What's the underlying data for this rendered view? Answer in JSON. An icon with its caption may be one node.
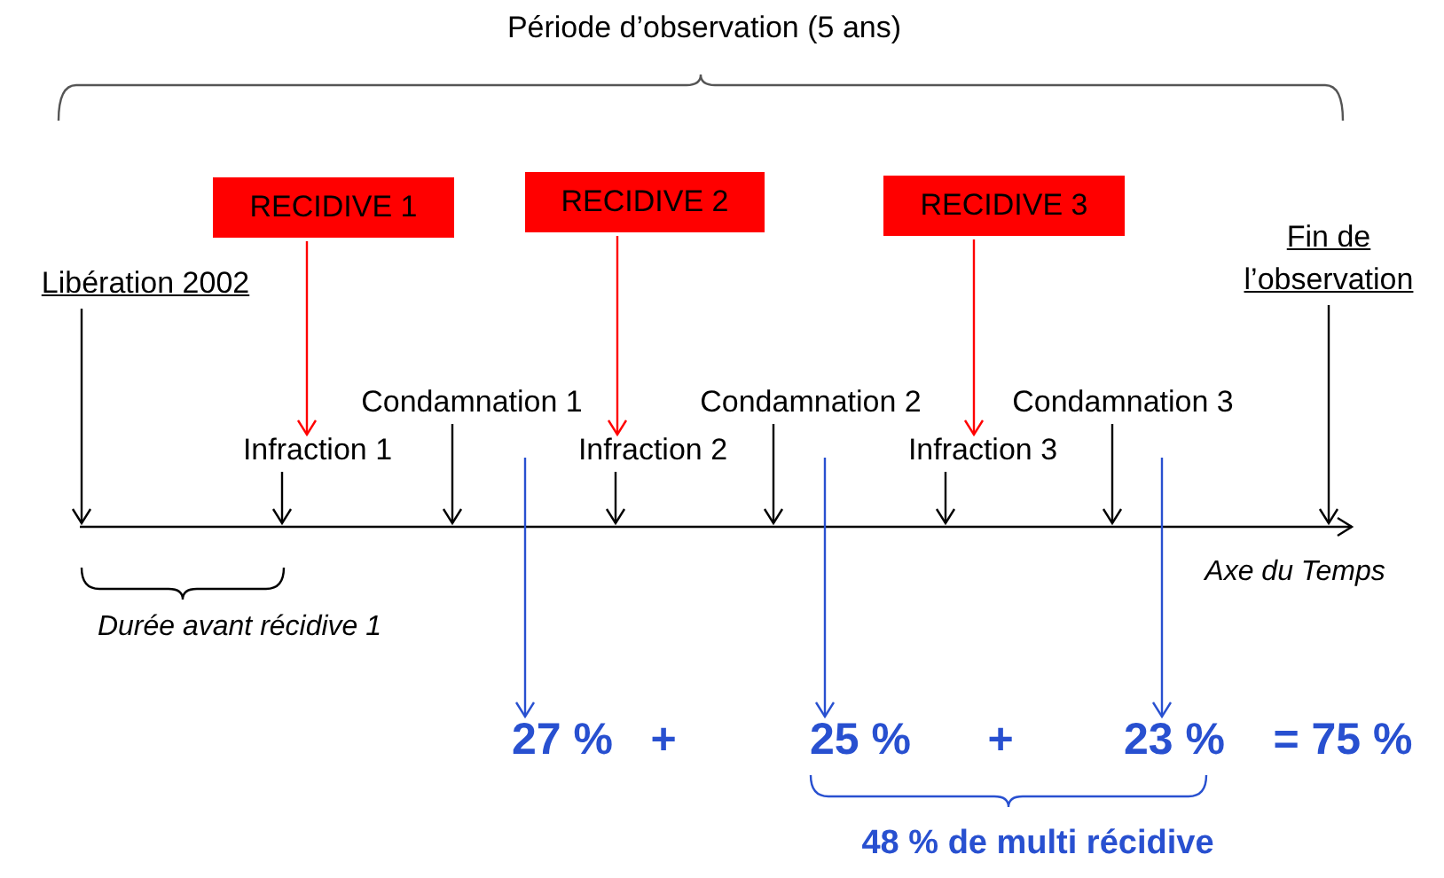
{
  "diagram": {
    "title": "Période d’observation (5 ans)",
    "nodes": [
      {
        "text": [
          "Libération 2002"
        ]
      },
      {
        "text": [
          "RECIDIVE 1"
        ]
      },
      {
        "text": [
          "RECIDIVE 2"
        ]
      },
      {
        "text": [
          "RECIDIVE 3"
        ]
      },
      {
        "text": [
          "Fin de l’observation"
        ]
      },
      {
        "text": [
          "Condamnation 1"
        ]
      },
      {
        "text": [
          "Infraction 1"
        ]
      },
      {
        "text": [
          "Condamnation 2"
        ]
      },
      {
        "text": [
          "Infraction 2"
        ]
      },
      {
        "text": [
          "Condamnation 3"
        ]
      },
      {
        "text": [
          "Infraction 3"
        ]
      },
      {
        "text": [
          "27 %"
        ]
      },
      {
        "text": [
          "25 %"
        ]
      },
      {
        "text": [
          "23 %"
        ]
      }
    ],
    "edges": [
      {
        "from": 1,
        "to": 6,
        "arrow": "to",
        "color": "#ff0000"
      },
      {
        "from": 2,
        "to": 8,
        "arrow": "to",
        "color": "#ff0000"
      },
      {
        "from": 3,
        "to": 10,
        "arrow": "to",
        "color": "#ff0000"
      },
      {
        "from": 0,
        "to": null,
        "arrow": "to"
      },
      {
        "from": 6,
        "to": null,
        "arrow": "to"
      },
      {
        "from": 5,
        "to": null,
        "arrow": "to"
      },
      {
        "from": 8,
        "to": null,
        "arrow": "to"
      },
      {
        "from": 7,
        "to": null,
        "arrow": "to"
      },
      {
        "from": 10,
        "to": null,
        "arrow": "to"
      },
      {
        "from": 9,
        "to": null,
        "arrow": "to"
      },
      {
        "from": 4,
        "to": null,
        "arrow": "to"
      },
      {
        "from": null,
        "to": 11,
        "arrow": "to",
        "color": "#2850d0"
      },
      {
        "from": null,
        "to": 12,
        "arrow": "to",
        "color": "#2850d0"
      },
      {
        "from": null,
        "to": 13,
        "arrow": "to",
        "color": "#2850d0"
      }
    ],
    "labels": [
      "Axe du Temps",
      "Durée avant récidive 1",
      "+",
      "+",
      "= 75 %",
      "48 % de multi récidive"
    ]
  }
}
